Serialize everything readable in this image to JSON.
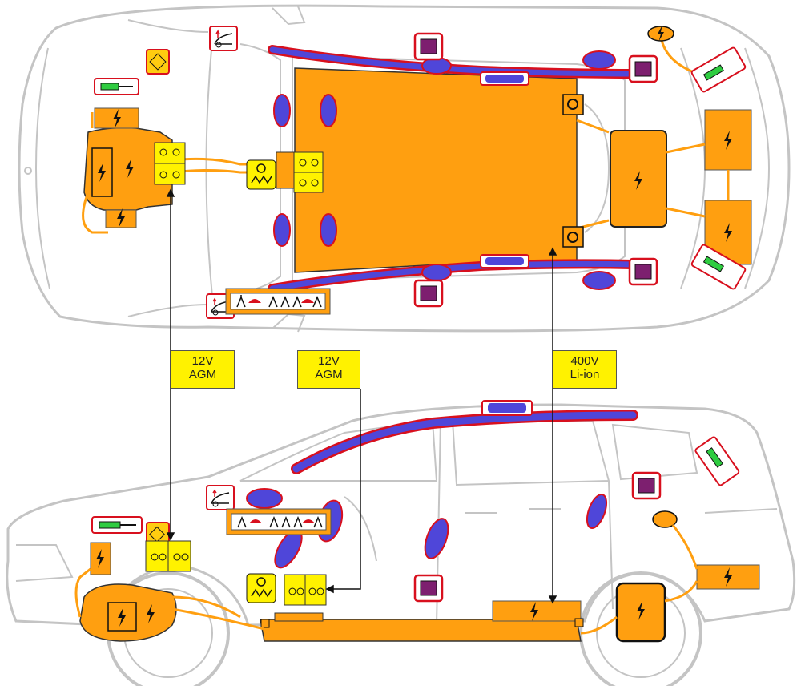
{
  "diagram": {
    "callouts": [
      {
        "line1": "12V",
        "line2": "AGM"
      },
      {
        "line1": "12V",
        "line2": "AGM"
      },
      {
        "line1": "400V",
        "line2": "Li-ion"
      }
    ],
    "colors": {
      "high_voltage": "#ff9f10",
      "airbag": "#4f46d9",
      "seatbelt_tensioner": "#7d1f6f",
      "low_voltage_battery": "#fff200",
      "gas_strut": "#2ecc40",
      "outline": "#c0c0c0",
      "warning_frame": "#d8101e"
    },
    "icons": [
      "lightning-icon",
      "hood-lift-icon",
      "fuse-icon",
      "gas-strut-icon",
      "pyrofuse-icon",
      "seatbelt-tensioner-icon",
      "airbag-icon"
    ]
  }
}
